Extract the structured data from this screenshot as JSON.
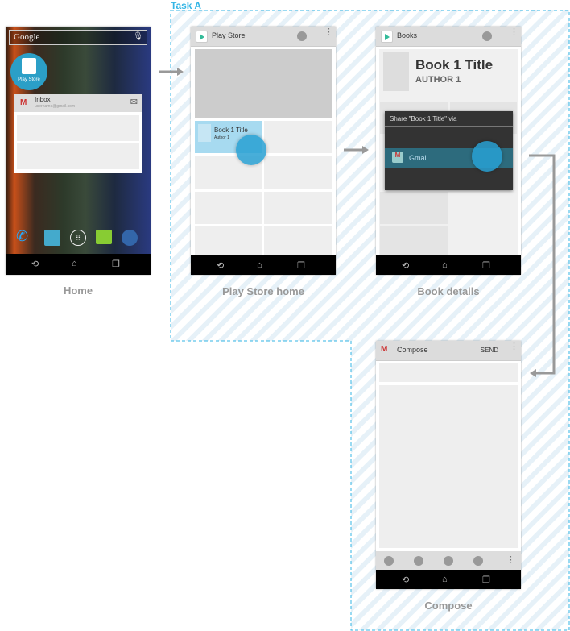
{
  "task_label": "Task A",
  "home": {
    "label": "Home",
    "search": "Google",
    "app_label": "Play Store",
    "widget_title": "Inbox",
    "widget_account": "username@gmail.com"
  },
  "play_store": {
    "label": "Play Store home",
    "title": "Play Store",
    "book_title": "Book 1 Title",
    "book_author": "Author 1"
  },
  "book_details": {
    "label": "Book details",
    "title": "Books",
    "book_title": "Book 1 Title",
    "book_author": "AUTHOR 1",
    "share_title": "Share \"Book 1 Title\" via",
    "share_option": "Gmail"
  },
  "compose": {
    "label": "Compose",
    "title": "Compose",
    "send": "SEND"
  },
  "colors": {
    "accent": "#33b5e5",
    "dashed": "#33b5e5",
    "arrow": "#999999"
  }
}
